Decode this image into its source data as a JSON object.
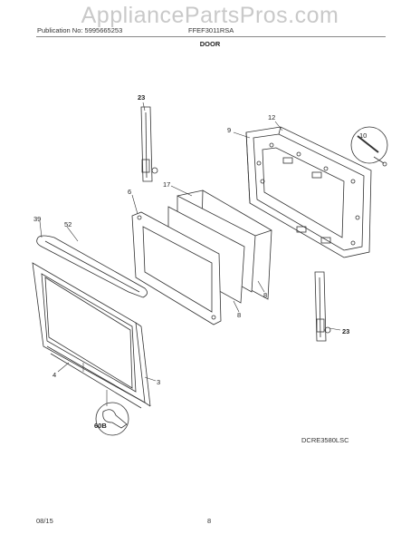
{
  "header": {
    "watermark": "AppliancePartsPros.com",
    "publication": "Publication No: 5995665253",
    "model": "FFEF3011RSA",
    "section": "DOOR"
  },
  "callouts": {
    "p23_top": "23",
    "p12": "12",
    "p9": "9",
    "p10": "10",
    "p17": "17",
    "p6": "6",
    "p39": "39",
    "p52": "52",
    "p8_a": "8",
    "p8_b": "8",
    "p23_bottom": "23",
    "p4": "4",
    "p3": "3",
    "p60B": "60B"
  },
  "footer": {
    "diagram_code": "DCRE3580LSC",
    "date": "08/15",
    "page_number": "8"
  }
}
